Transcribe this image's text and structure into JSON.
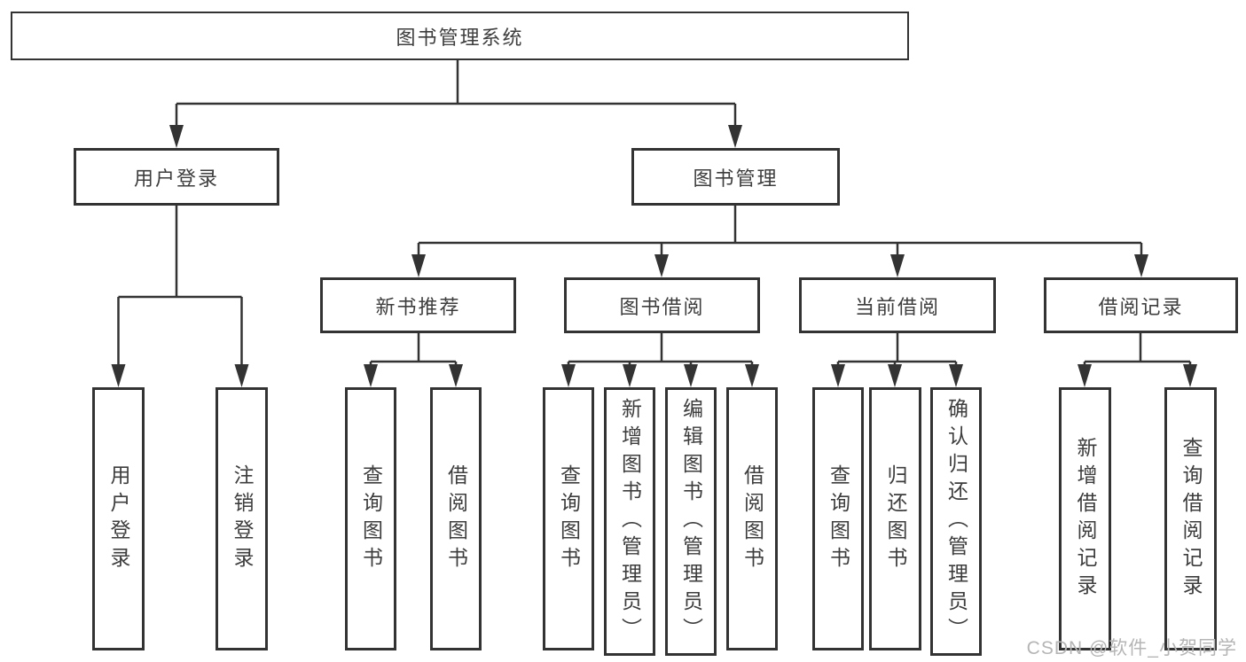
{
  "diagram": {
    "root": {
      "label": "图书管理系统"
    },
    "branches": [
      {
        "label": "用户登录",
        "children": [
          {
            "label": "用户登录"
          },
          {
            "label": "注销登录"
          }
        ]
      },
      {
        "label": "图书管理",
        "sections": [
          {
            "label": "新书推荐",
            "children": [
              {
                "label": "查询图书"
              },
              {
                "label": "借阅图书"
              }
            ]
          },
          {
            "label": "图书借阅",
            "children": [
              {
                "label": "查询图书"
              },
              {
                "label": "新增图书（管理员）"
              },
              {
                "label": "编辑图书（管理员）"
              },
              {
                "label": "借阅图书"
              }
            ]
          },
          {
            "label": "当前借阅",
            "children": [
              {
                "label": "查询图书"
              },
              {
                "label": "归还图书"
              },
              {
                "label": "确认归还（管理员）"
              }
            ]
          },
          {
            "label": "借阅记录",
            "children": [
              {
                "label": "新增借阅记录"
              },
              {
                "label": "查询借阅记录"
              }
            ]
          }
        ]
      }
    ]
  },
  "watermark": {
    "text": "CSDN @软件_小贺同学"
  },
  "colors": {
    "line": "#333333",
    "text": "#3d3d3d",
    "background": "#ffffff",
    "watermark": "#b5b5b5"
  }
}
